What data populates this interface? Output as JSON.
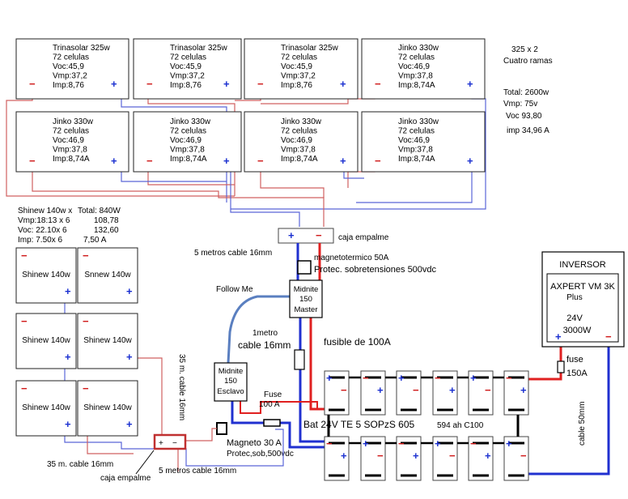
{
  "panels_top": [
    {
      "lines": [
        "Trinasolar 325w",
        "72 celulas",
        "Voc:45,9",
        "Vmp:37,2",
        "Imp:8,76"
      ]
    },
    {
      "lines": [
        "Trinasolar 325w",
        "72 celulas",
        "Voc:45,9",
        "Vmp:37,2",
        "Imp:8,76"
      ]
    },
    {
      "lines": [
        "Trinasolar 325w",
        "72 celulas",
        "Voc:45,9",
        "Vmp:37,2",
        "Imp:8,76"
      ]
    },
    {
      "lines": [
        "Jinko 330w",
        "72 celulas",
        "Voc:46,9",
        "Vmp:37,8",
        "Imp:8,74A"
      ]
    }
  ],
  "panels_row2": [
    {
      "lines": [
        "Jinko 330w",
        "72 celulas",
        "Voc:46,9",
        "Vmp:37,8",
        "Imp:8,74A"
      ]
    },
    {
      "lines": [
        "Jinko 330w",
        "72 celulas",
        "Voc:46,9",
        "Vmp:37,8",
        "Imp:8,74A"
      ]
    },
    {
      "lines": [
        "Jinko 330w",
        "72 celulas",
        "Voc:46,9",
        "Vmp:37,8",
        "Imp:8,74A"
      ]
    },
    {
      "lines": [
        "Jinko 330w",
        "72 celulas",
        "Voc:46,9",
        "Vmp:37,8",
        "Imp:8,74A"
      ]
    }
  ],
  "array_summary": {
    "config": "325 x 2",
    "branches": "Cuatro ramas",
    "total": "Total:  2600w",
    "vmp": "Vmp: 75v",
    "voc": "Voc 93,80",
    "imp": "imp  34,96 A"
  },
  "shinew_summary": {
    "title": "Shinew 140w x",
    "vmp": "Vmp:18:13 x  6",
    "voc": "Voc:  22.10x 6",
    "imp": "Imp:   7.50x 6",
    "total": "Total:  840W",
    "vmp_total": "108,78",
    "voc_total": "132,60",
    "imp_total": "7,50 A"
  },
  "shinew_panels": [
    "Shinew 140w",
    "Snnew 140w",
    "Shinew 140w",
    "Shinew 140w",
    "Shinew 140w",
    "Shinew 140w"
  ],
  "labels": {
    "junction_box_top": "caja empalme",
    "cable_5m_top": "5 metros cable 16mm",
    "breaker": "magnetotermico  50A",
    "surge": "Protec. sobretensiones 500vdc",
    "follow_me": "Follow Me",
    "midnite_master": [
      "Midnite",
      "150",
      "Master"
    ],
    "midnite_slave": [
      "Midnite",
      "150",
      "Esclavo"
    ],
    "cable_1m_a": "1metro",
    "cable_1m_b": "cable  16mm",
    "fuse_100": "fusible de 100A",
    "fuse_slave_a": "Fuse",
    "fuse_slave_b": "100 A",
    "magneto_a": "Magneto 30 A",
    "magneto_b": "Protec,sob,500vdc",
    "cable_35m_vert": "35 m. cable 16mm",
    "cable_35m_horiz": "35 m. cable 16mm",
    "junction_box_bottom": "caja empalme",
    "cable_5m_bottom": "5 metros cable 16mm",
    "battery": "Bat 24V  TE 5 SOPzS 605",
    "battery_cap": "594 ah C100",
    "inverter_title": "INVERSOR",
    "inverter_model_a": "AXPERT VM 3K",
    "inverter_model_b": "Plus",
    "inverter_v": "24V",
    "inverter_w": "3000W",
    "fuse_150_a": "fuse",
    "fuse_150_b": "150A",
    "cable_50": "cable 50mm"
  },
  "colors": {
    "red": "#e02020",
    "blue": "#2030d0",
    "pale_red": "#d06060",
    "pale_blue": "#5a66d8",
    "follow": "#5a7fc0"
  }
}
